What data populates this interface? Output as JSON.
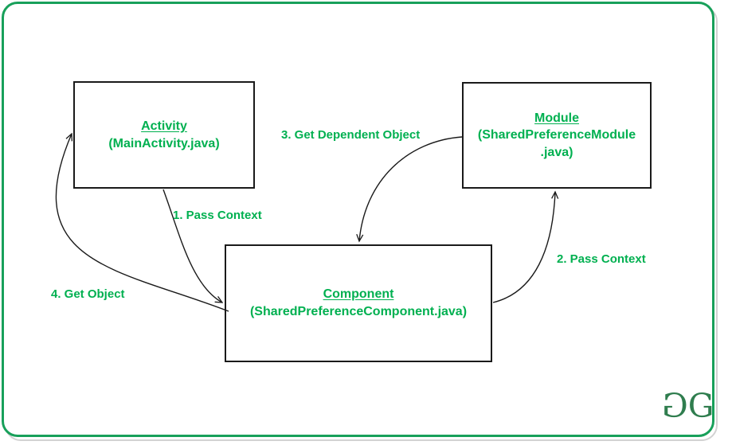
{
  "colors": {
    "text_green": "#00b050",
    "border_green": "#18a05a",
    "shadow_gray": "#d2d2d2",
    "ink": "#1a1a1a",
    "logo_green": "#2f7d4e"
  },
  "boxes": {
    "activity": {
      "title": "Activity",
      "subtitle": "(MainActivity.java)"
    },
    "module": {
      "title": "Module",
      "subtitle_line1": "(SharedPreferenceModule",
      "subtitle_line2": ".java)"
    },
    "component": {
      "title": "Component",
      "subtitle": "(SharedPreferenceComponent.java)"
    }
  },
  "labels": {
    "step1": "1. Pass Context",
    "step2": "2. Pass Context",
    "step3": "3. Get Dependent Object",
    "step4": "4. Get Object"
  },
  "logo": {
    "left_glyph": "G",
    "right_glyph": "G"
  }
}
